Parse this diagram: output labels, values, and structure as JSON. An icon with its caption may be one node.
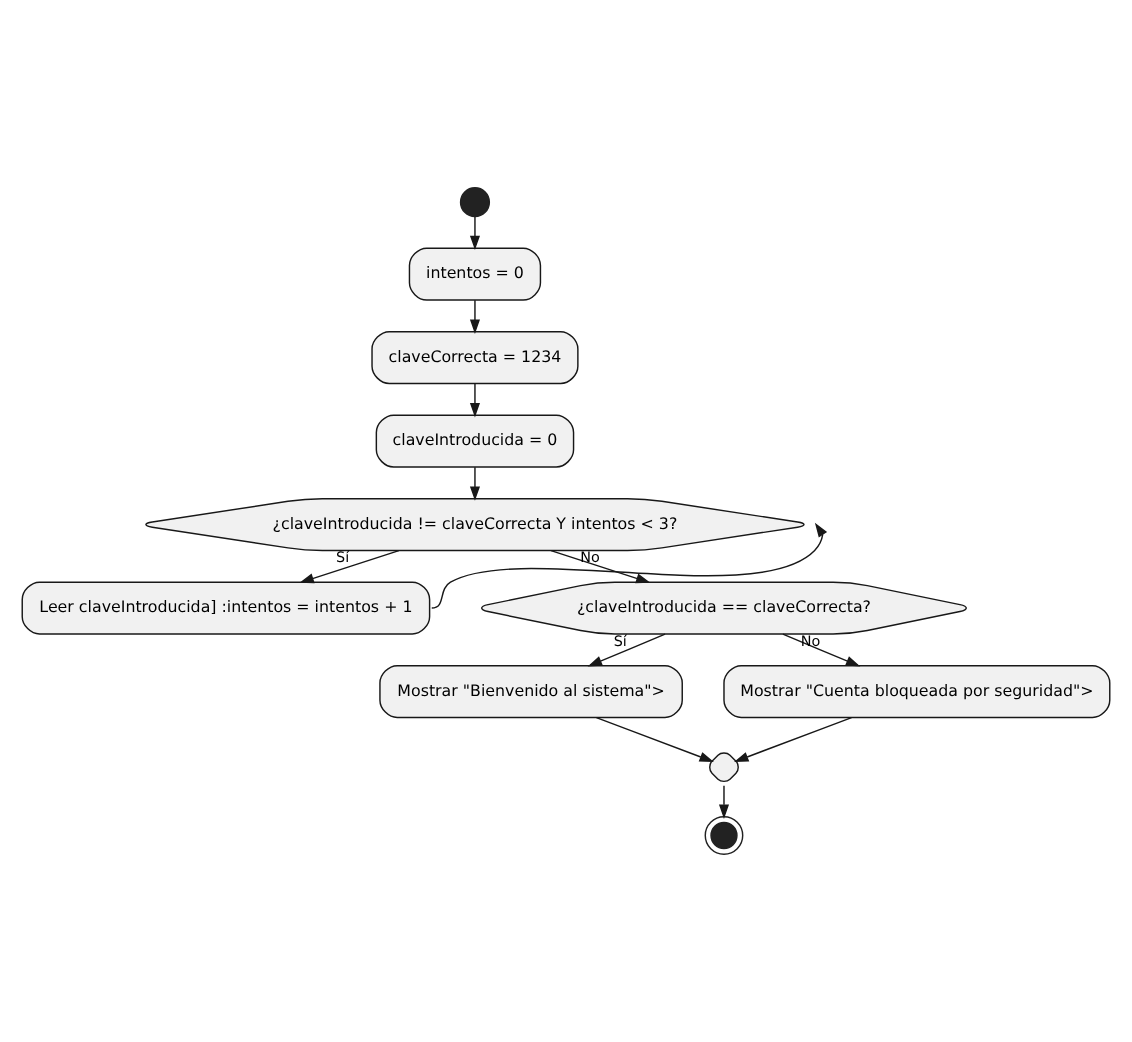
{
  "diagram": {
    "nodes": [
      {
        "text": [],
        "shape": "circle"
      },
      {
        "text": [
          "intentos = 0"
        ]
      },
      {
        "text": [
          "claveCorrecta = 1234"
        ]
      },
      {
        "text": [
          "claveIntroducida = 0"
        ]
      },
      {
        "text": [
          "¿claveIntroducida != claveCorrecta Y intentos < 3?"
        ]
      },
      {
        "text": [
          "Leer claveIntroducida] :intentos = intentos + 1"
        ]
      },
      {
        "text": [
          "¿claveIntroducida == claveCorrecta?"
        ]
      },
      {
        "text": [
          "Mostrar \"Bienvenido al sistema\">"
        ]
      },
      {
        "text": [
          "Mostrar \"Cuenta bloqueada por seguridad\">"
        ]
      },
      {
        "text": [],
        "shape": "diamond"
      },
      {
        "text": [],
        "shape": "circle"
      }
    ],
    "edges": [
      {
        "from": 0,
        "to": 1,
        "arrow": "to"
      },
      {
        "from": 1,
        "to": 2,
        "arrow": "to"
      },
      {
        "from": 2,
        "to": 3,
        "arrow": "to"
      },
      {
        "from": 3,
        "to": 4,
        "arrow": "to"
      },
      {
        "from": 4,
        "to": 5,
        "arrow": "to",
        "label": "Sí"
      },
      {
        "from": 5,
        "to": 4,
        "arrow": "to"
      },
      {
        "from": 4,
        "to": 6,
        "arrow": "to",
        "label": "No"
      },
      {
        "from": 6,
        "to": 7,
        "arrow": "to",
        "label": "Sí"
      },
      {
        "from": 6,
        "to": 8,
        "arrow": "to",
        "label": "No"
      },
      {
        "from": 7,
        "to": 9,
        "arrow": "to"
      },
      {
        "from": 8,
        "to": 9,
        "arrow": "to"
      },
      {
        "from": 9,
        "to": 10,
        "arrow": "to"
      }
    ]
  }
}
